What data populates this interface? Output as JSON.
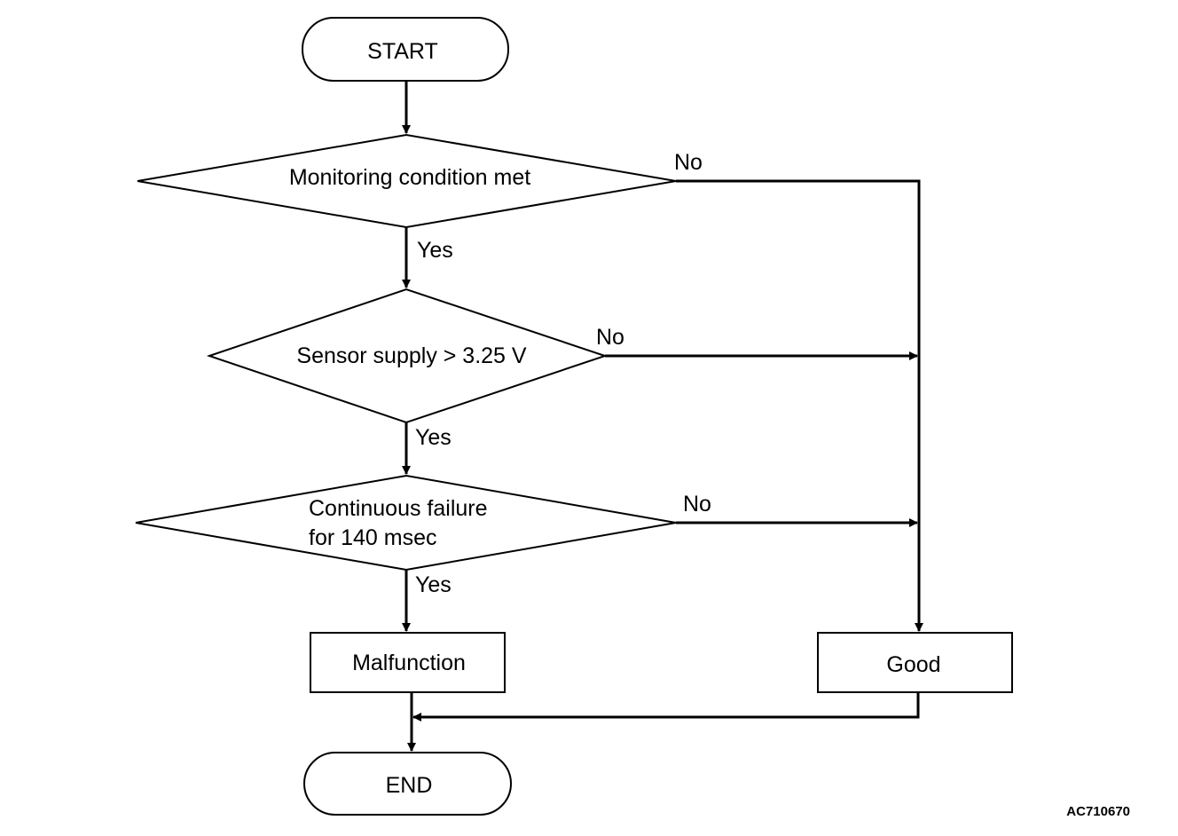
{
  "flowchart": {
    "start_label": "START",
    "decision_1": "Monitoring condition met",
    "decision_2": "Sensor supply > 3.25 V",
    "decision_3_line1": "Continuous failure",
    "decision_3_line2": "for 140 msec",
    "malfunction_label": "Malfunction",
    "good_label": "Good",
    "end_label": "END",
    "yes_label": "Yes",
    "no_label": "No",
    "figure_code": "AC710670"
  },
  "colors": {
    "line": "#000000",
    "background": "#ffffff"
  }
}
